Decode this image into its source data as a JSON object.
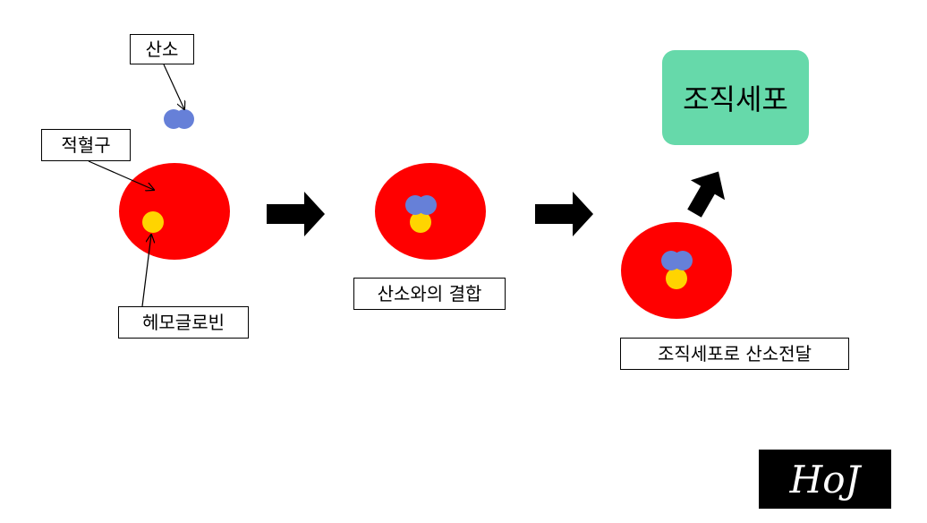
{
  "labels": {
    "oxygen": "산소",
    "red_blood_cell": "적혈구",
    "hemoglobin": "헤모글로빈",
    "oxygen_binding": "산소와의 결합",
    "oxygen_delivery": "조직세포로 산소전달",
    "tissue_cell": "조직세포"
  },
  "logo": {
    "text": "HoJ"
  },
  "colors": {
    "red_blood_cell": "#ff0000",
    "oxygen": "#6680d8",
    "hemoglobin": "#ffd400",
    "tissue_cell": "#66d9aa",
    "arrow": "#000000",
    "logo_background": "#000000",
    "logo_text": "#ffffff"
  }
}
